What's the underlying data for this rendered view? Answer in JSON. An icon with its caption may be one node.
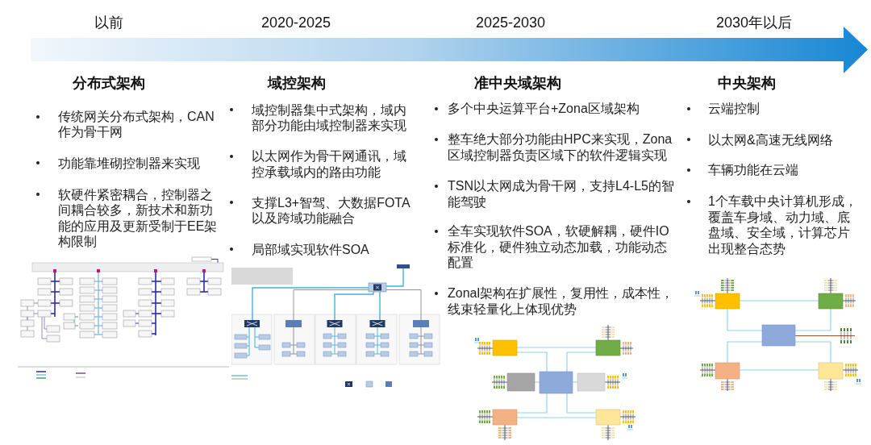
{
  "diagram": {
    "labels": [
      "以前",
      "2020-2025",
      "2025-2030",
      "2030年以后",
      "分布式架构",
      "域控架构",
      "准中央域架构",
      "中央架构",
      "传统网关分布式架构，CAN作为骨干网",
      "功能靠堆砌控制器来实现",
      "软硬件紧密耦合，控制器之间耦合较多，新技术和新功能的应用及更新受制于EE架构限制",
      "域控制器集中式架构，域内部分功能由域控制器来实现",
      "以太网作为骨干网通讯，域控承载域内的路由功能",
      "支撑L3+智驾、大数据FOTA以及跨域功能融合",
      "局部域实现软件SOA",
      "多个中央运算平台+Zona区域架构",
      "整车绝大部分功能由HPC来实现，Zona区域控制器负责区域下的软件逻辑实现",
      "TSN以太网成为骨干网，支持L4-L5的智能驾驶",
      "全车实现软件SOA，软硬解耦，硬件IO标准化，硬件独立动态加载，功能动态配置",
      "Zonal架构在扩展性，复用性，成本性，线束轻量化上体现优势",
      "云端控制",
      "以太网&高速无线网络",
      "车辆功能在云端",
      "1个车载中央计算机形成，覆盖车身域、动力域、底盘域、安全域，计算芯片出现整合态势"
    ]
  }
}
